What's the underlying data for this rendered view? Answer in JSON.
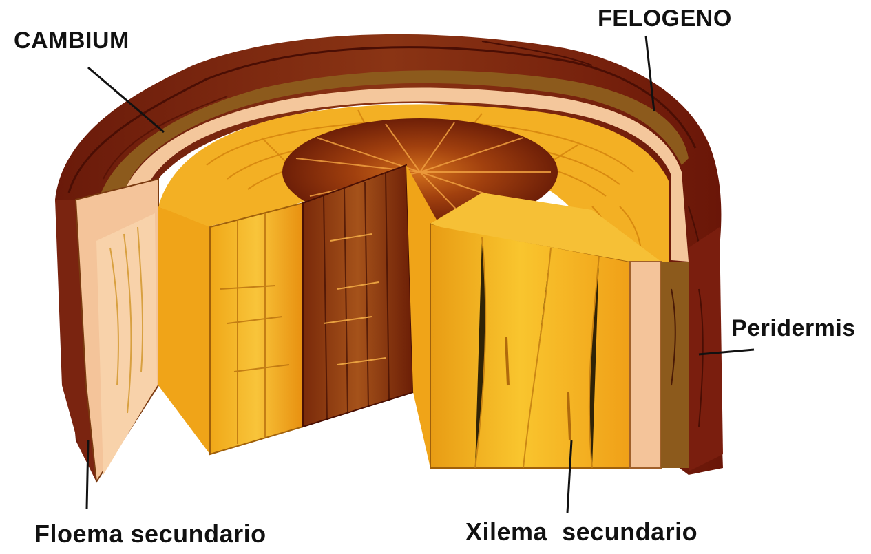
{
  "labels": {
    "cambium": "CAMBIUM",
    "felogeno": "FELOGENO",
    "peridermis": "Peridermis",
    "floema": "Floema secundario",
    "xilema": "Xilema  secundario"
  },
  "colors": {
    "bark_outer": "#7a1e0e",
    "bark_mid": "#9a3a14",
    "bark_brown": "#8a5a1a",
    "cambium_cream": "#f4c9a0",
    "wood_gold": "#f5b21a",
    "wood_orange": "#e88a10",
    "heartwood": "#6e1a08",
    "line_dark": "#111111"
  }
}
